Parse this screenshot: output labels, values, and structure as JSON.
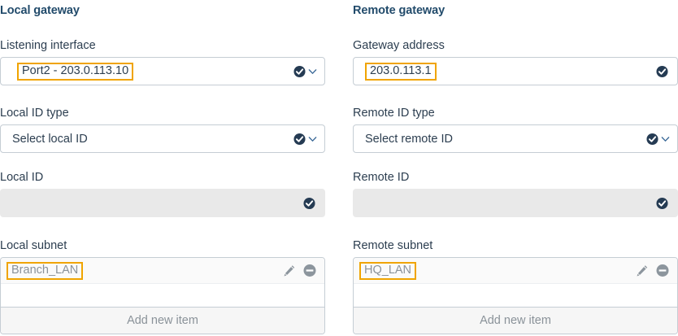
{
  "columns": [
    {
      "title": "Local gateway",
      "fields": [
        {
          "label": "Listening interface",
          "value": "Port2 - 203.0.113.10",
          "type": "select",
          "highlighted": true,
          "disabled": false
        },
        {
          "label": "Local ID type",
          "value": "Select local ID",
          "type": "select",
          "highlighted": false,
          "disabled": false
        },
        {
          "label": "Local ID",
          "value": "",
          "type": "text",
          "highlighted": false,
          "disabled": true
        }
      ],
      "list": {
        "label": "Local subnet",
        "items": [
          {
            "text": "Branch_LAN",
            "highlighted": true
          }
        ],
        "add_label": "Add new item",
        "edit_icon": "pencil-icon",
        "remove_icon": "minus-circle-icon"
      }
    },
    {
      "title": "Remote gateway",
      "fields": [
        {
          "label": "Gateway address",
          "value": "203.0.113.1",
          "type": "text",
          "highlighted": true,
          "disabled": false
        },
        {
          "label": "Remote ID type",
          "value": "Select remote ID",
          "type": "select",
          "highlighted": false,
          "disabled": false
        },
        {
          "label": "Remote ID",
          "value": "",
          "type": "text",
          "highlighted": false,
          "disabled": true
        }
      ],
      "list": {
        "label": "Remote subnet",
        "items": [
          {
            "text": "HQ_LAN",
            "highlighted": true
          }
        ],
        "add_label": "Add new item",
        "edit_icon": "pencil-icon",
        "remove_icon": "minus-circle-icon"
      }
    }
  ],
  "icons": {
    "valid": "check-circle-icon",
    "dropdown": "chevron-down-icon"
  },
  "colors": {
    "highlight": "#f0a400",
    "heading": "#224b6b",
    "label": "#2c3e50",
    "check_circle": "#253b53",
    "chevron": "#3d6b99",
    "muted": "#8a9299",
    "border": "#c5cdd4",
    "disabled_bg": "#e9e9e9"
  }
}
